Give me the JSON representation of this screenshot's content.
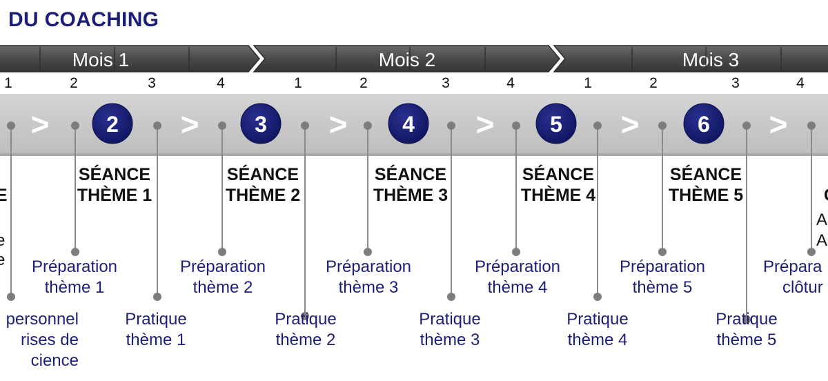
{
  "title": "DU COACHING",
  "months": [
    "Mois 1",
    "Mois 2",
    "Mois 3"
  ],
  "weeks": [
    "1",
    "2",
    "3",
    "4",
    "1",
    "2",
    "3",
    "4",
    "1",
    "2",
    "3",
    "4"
  ],
  "chevron_glyph": ">",
  "sessions": [
    {
      "number": "2",
      "line1": "SÉANCE",
      "line2": "THÈME 1"
    },
    {
      "number": "3",
      "line1": "SÉANCE",
      "line2": "THÈME 2"
    },
    {
      "number": "4",
      "line1": "SÉANCE",
      "line2": "THÈME 3"
    },
    {
      "number": "5",
      "line1": "SÉANCE",
      "line2": "THÈME 4"
    },
    {
      "number": "6",
      "line1": "SÉANCE",
      "line2": "THÈME 5"
    }
  ],
  "preparations": [
    {
      "line1": "Préparation",
      "line2": "thème 1"
    },
    {
      "line1": "Préparation",
      "line2": "thème 2"
    },
    {
      "line1": "Préparation",
      "line2": "thème 3"
    },
    {
      "line1": "Préparation",
      "line2": "thème 4"
    },
    {
      "line1": "Préparation",
      "line2": "thème 5"
    },
    {
      "line1": "Prépara",
      "line2": "clôtur"
    }
  ],
  "practices": [
    {
      "line1": "Pratique",
      "line2": "thème 1"
    },
    {
      "line1": "Pratique",
      "line2": "thème 2"
    },
    {
      "line1": "Pratique",
      "line2": "thème 3"
    },
    {
      "line1": "Pratique",
      "line2": "thème 4"
    },
    {
      "line1": "Pratique",
      "line2": "thème 5"
    }
  ],
  "left_partial": {
    "lines": [
      "personnel",
      "rises de",
      "cience"
    ],
    "heading_fragment": "E",
    "small_fragments": [
      "e",
      "e"
    ]
  },
  "right_partial": {
    "heading_fragment": "C",
    "lines": [
      "A",
      "A"
    ]
  },
  "colors": {
    "title": "#1c1f78",
    "circle": "#141a6e",
    "month_bar": "#4d4d4d",
    "band": "#c6c6c6",
    "band_shadow": "#a9a9a9",
    "connector": "#8a8a8a",
    "text_blue": "#1c1f78",
    "text_dark": "#111111"
  }
}
